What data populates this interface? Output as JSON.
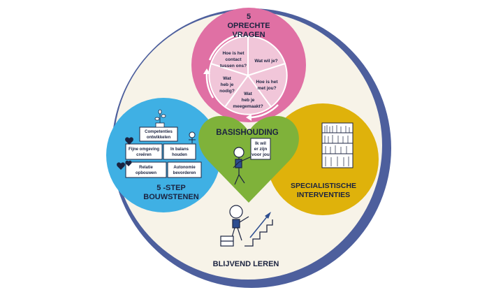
{
  "colors": {
    "outer_ring": "#4d5f9d",
    "background_disc": "#f7f3e8",
    "pink": "#e070a4",
    "pink_slice": "#f1c6d9",
    "blue": "#3fb0e4",
    "yellow": "#dfb20b",
    "green": "#7fb23a",
    "ink": "#1b2340"
  },
  "top_circle": {
    "title_line1": "5",
    "title_line2": "OPRECHTE",
    "title_line3": "VRAGEN",
    "questions": [
      {
        "line1": "Hoe is het",
        "line2": "contact",
        "line3": "tussen ons?"
      },
      {
        "line1": "Wat wil je?",
        "line2": "",
        "line3": ""
      },
      {
        "line1": "Hoe is het",
        "line2": "met jou?",
        "line3": ""
      },
      {
        "line1": "Wat",
        "line2": "heb je",
        "line3": "meegemaakt?"
      },
      {
        "line1": "Wat",
        "line2": "heb je",
        "line3": "nodig?"
      }
    ]
  },
  "left_circle": {
    "title_line1": "5 -STEP",
    "title_line2": "BOUWSTENEN",
    "blocks": [
      {
        "line1": "Competenties",
        "line2": "ontwikkelen"
      },
      {
        "line1": "Fijne omgeving",
        "line2": "creëren"
      },
      {
        "line1": "In balans",
        "line2": "houden"
      },
      {
        "line1": "Relatie",
        "line2": "opbouwen"
      },
      {
        "line1": "Autonomie",
        "line2": "bevorderen"
      }
    ]
  },
  "right_circle": {
    "title_line1": "SPECIALISTISCHE",
    "title_line2": "INTERVENTIES"
  },
  "center_heart": {
    "title": "BASISHOUDING",
    "sign_line1": "Ik wil",
    "sign_line2": "er zijn",
    "sign_line3": "voor jou"
  },
  "bottom": {
    "title": "BLIJVEND LEREN"
  }
}
